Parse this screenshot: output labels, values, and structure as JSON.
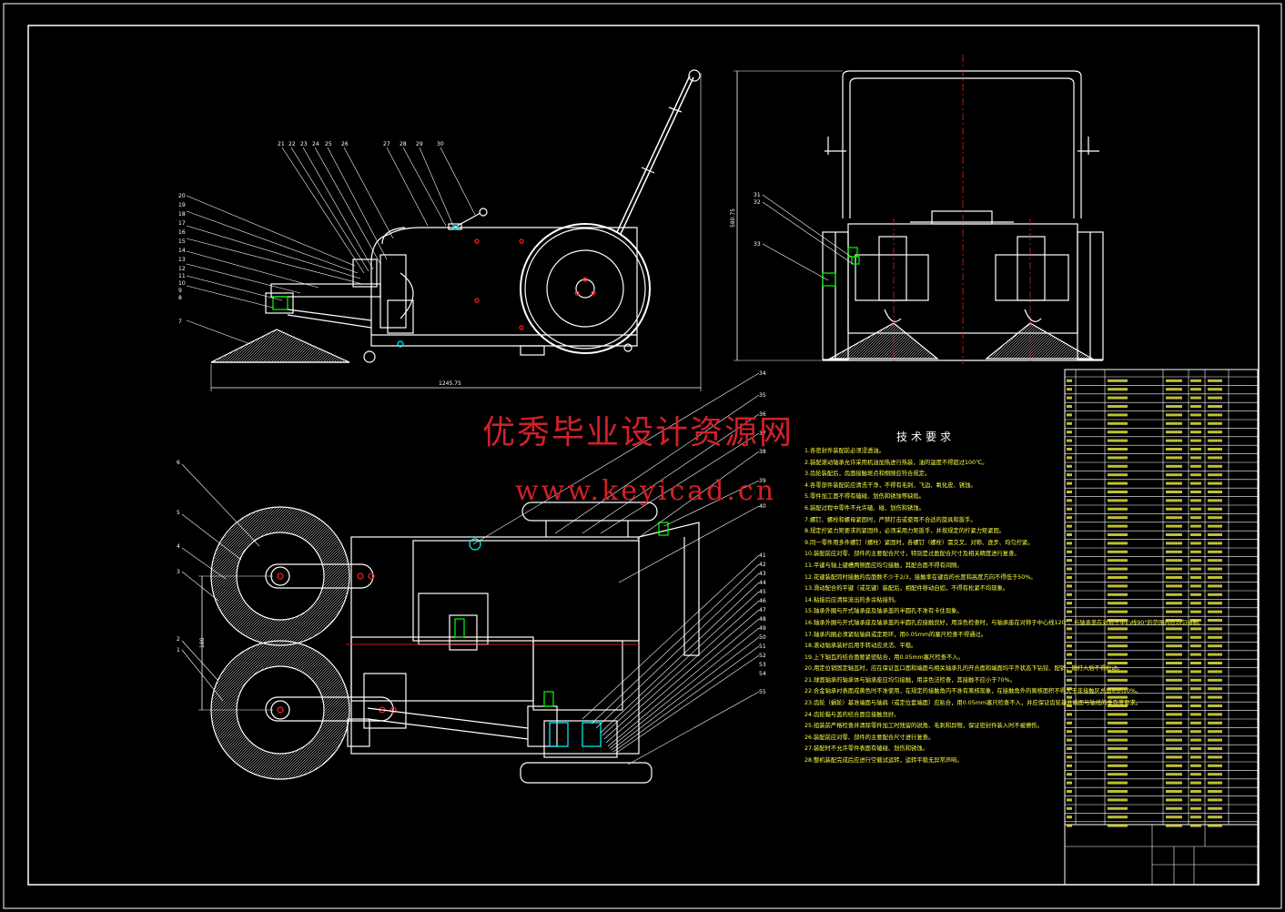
{
  "watermark": {
    "cn": "优秀毕业设计资源网",
    "url": "www.keyicad.cn"
  },
  "tech_requirements": {
    "title": "技术要求",
    "items": [
      "1.各密封件装配前必须浸透油。",
      "2.装配滚动轴承允许采用机油加热进行热装，油的温度不得超过100℃。",
      "3.齿轮装配后，齿面接触斑点和侧隙应符合规定。",
      "4.各零部件装配前应清洗干净，不得有毛刺、飞边、氧化皮、锈蚀。",
      "5.零件加工面不得有磕碰、划伤和锈蚀等缺陷。",
      "6.装配过程中零件不允许磕、碰、划伤和锈蚀。",
      "7.螺钉、螺栓和螺母紧固时，严禁打击或使用不合适的旋具和扳手。",
      "8.规定拧紧力矩要求的紧固件，必须采用力矩扳手，并按规定的拧紧力矩紧固。",
      "9.同一零件用多件螺钉（螺栓）紧固时，各螺钉（螺栓）需交叉、对称、逐步、均匀拧紧。",
      "10.装配前应对零、部件的主要配合尺寸，特别是过盈配合尺寸及相关精度进行复查。",
      "11.平键与轴上键槽两侧面应均匀接触，其配合面不得有间隙。",
      "12.花键装配同时接触的齿面数不少于2/3，接触率在键齿的长度和高度方向不得低于50%。",
      "13.滑动配合的平键（或花键）装配后，相配件移动自如，不得有松紧不均现象。",
      "14.粘接后应清除流出的多余粘接剂。",
      "15.轴承外圈与开式轴承座及轴承盖的半圆孔不准有卡住现象。",
      "16.轴承外圈与开式轴承座及轴承盖的半圆孔应接触良好，用涂色检查时，与轴承座在对称于中心线120°、与轴承盖在对称于中心线90°的范围内应均匀接触。",
      "17.轴承内圈必须紧贴轴肩或定距环，用0.05mm的塞尺检查不得通过。",
      "18.滚动轴承装好后用手转动应灵活、平稳。",
      "19.上下轴瓦的结合面要紧密贴合，用0.05mm塞尺检查不入。",
      "20.用定位销固定轴瓦时，应在保证瓦口面和端面与相关轴承孔的开合面和端面均平齐状态下钻铰、配销，销打入后不得松动。",
      "21.球面轴承的轴承体与轴承座应均匀接触，用涂色法检查，其接触不应小于70%。",
      "22.合金轴承衬表面成黄色时不准使用，在规定的接触角内不准有离核现象，在接触角外的离核面积不得大于非接触区总面积的10%。",
      "23.齿轮（蜗轮）基准端面与轴肩（或定位套端面）应贴合，用0.05mm塞尺检查不入，并应保证齿轮基准端面与轴线的垂直度要求。",
      "24.齿轮箱与盖的结合面应接触良好。",
      "25.组装前严格检查并清除零件加工时残留的锐角、毛刺和异物，保证密封件装入时不被擦伤。",
      "26.装配前应对零、部件的主要配合尺寸进行复查。",
      "27.装配时不允许零件表面有磕碰、划伤和锈蚀。",
      "28.整机装配完成后应进行空载试运转，运转平稳无异常声响。"
    ]
  },
  "callouts": {
    "side_view_top": [
      "21",
      "22",
      "23",
      "24",
      "25",
      "26",
      "27",
      "28",
      "29",
      "30"
    ],
    "side_view_left": [
      "20",
      "19",
      "18",
      "17",
      "16",
      "15",
      "14",
      "13",
      "12",
      "11",
      "10",
      "9",
      "8"
    ],
    "side_view_bottom": [
      "7"
    ],
    "front_view": [
      "31",
      "32",
      "33"
    ],
    "plan_view_left": [
      "6",
      "5",
      "4",
      "3",
      "2",
      "1"
    ],
    "plan_view_right": [
      "34",
      "35",
      "36",
      "37",
      "38",
      "39",
      "40",
      "41",
      "42",
      "43",
      "44",
      "45",
      "46",
      "47",
      "48",
      "49",
      "50",
      "51",
      "52",
      "53",
      "54",
      "55"
    ]
  },
  "dimensions": {
    "side_overall": "1245.75",
    "front_height": "580.75",
    "plan_gap": "180"
  },
  "colors": {
    "background": "#000000",
    "line": "#ffffff",
    "accent_green": "#00ff00",
    "accent_cyan": "#00ffff",
    "accent_red": "#ff2020",
    "accent_yellow": "#ffff44",
    "watermark": "#d2202a"
  }
}
